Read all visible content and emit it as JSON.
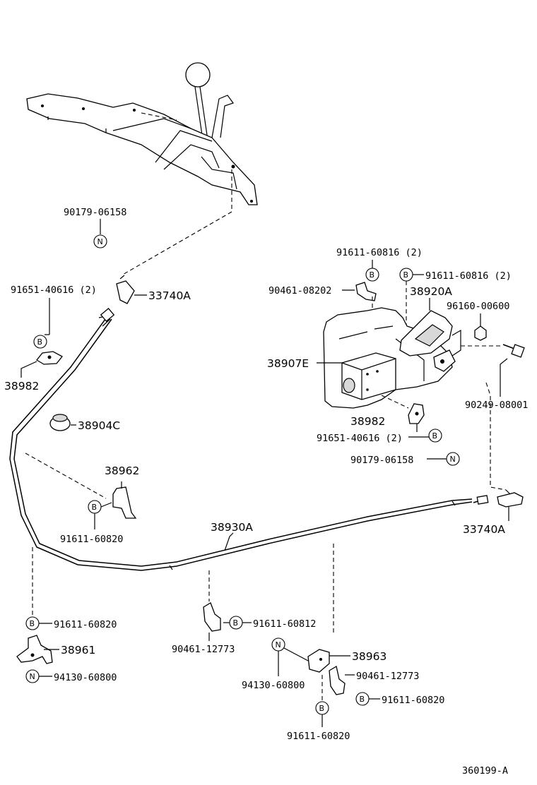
{
  "diagram": {
    "code": "360199-A",
    "parts": {
      "p90179_top": "90179-06158",
      "p91651_left": "91651-40616 (2)",
      "p33740A_top": "33740A",
      "p38982_left": "38982",
      "p38904C": "38904C",
      "p38962": "38962",
      "p91611_60820_mid": "91611-60820",
      "p38930A": "38930A",
      "p91611_60820_bl": "91611-60820",
      "p38961": "38961",
      "p94130_left": "94130-60800",
      "p90461_12773_mid": "90461-12773",
      "p91611_60812": "91611-60812",
      "p94130_mid": "94130-60800",
      "p38963": "38963",
      "p90461_12773_r": "90461-12773",
      "p91611_60820_r": "91611-60820",
      "p91611_60820_bot": "91611-60820",
      "p91611_60816_a": "91611-60816 (2)",
      "p91611_60816_b": "91611-60816 (2)",
      "p90461_08202": "90461-08202",
      "p38920A": "38920A",
      "p96160": "96160-00600",
      "p38907E": "38907E",
      "p90249": "90249-08001",
      "p38982_right": "38982",
      "p91651_right": "91651-40616 (2)",
      "p90179_right": "90179-06158",
      "p33740A_right": "33740A"
    },
    "badges": {
      "B": "B",
      "N": "N"
    }
  }
}
